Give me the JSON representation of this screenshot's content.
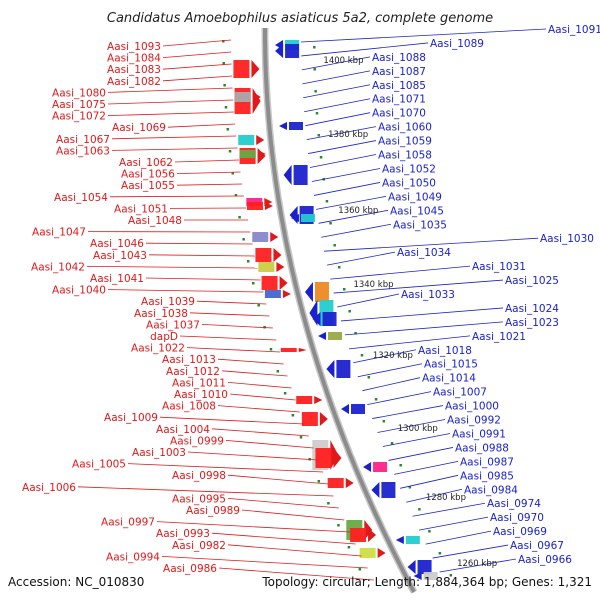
{
  "title": "Candidatus Amoebophilus asiaticus 5a2, complete genome",
  "accession": "Accession: NC_010830",
  "topology": "Topology: circular; Length: 1,884,364 bp; Genes: 1,321",
  "colors": {
    "forward": "#e0191b",
    "reverse": "#1b22cc",
    "backbone": "#8c8c8c"
  },
  "kbp_markers": [
    "1400 kbp",
    "1380 kbp",
    "1360 kbp",
    "1340 kbp",
    "1320 kbp",
    "1300 kbp",
    "1280 kbp",
    "1260 kbp"
  ],
  "left_labels": [
    "Aasi_1093",
    "Aasi_1084",
    "Aasi_1083",
    "Aasi_1082",
    "Aasi_1080",
    "Aasi_1075",
    "Aasi_1072",
    "Aasi_1069",
    "Aasi_1067",
    "Aasi_1063",
    "Aasi_1062",
    "Aasi_1056",
    "Aasi_1055",
    "Aasi_1054",
    "Aasi_1051",
    "Aasi_1048",
    "Aasi_1047",
    "Aasi_1046",
    "Aasi_1043",
    "Aasi_1042",
    "Aasi_1041",
    "Aasi_1040",
    "Aasi_1039",
    "Aasi_1038",
    "Aasi_1037",
    "dapD",
    "Aasi_1022",
    "Aasi_1013",
    "Aasi_1012",
    "Aasi_1011",
    "Aasi_1010",
    "Aasi_1008",
    "Aasi_1009",
    "Aasi_1004",
    "Aasi_0999",
    "Aasi_1003",
    "Aasi_1005",
    "Aasi_0998",
    "Aasi_1006",
    "Aasi_0995",
    "Aasi_0989",
    "Aasi_0997",
    "Aasi_0993",
    "Aasi_0982",
    "Aasi_0994",
    "Aasi_0986"
  ],
  "right_labels": [
    "Aasi_1091",
    "Aasi_1089",
    "Aasi_1088",
    "Aasi_1087",
    "Aasi_1085",
    "Aasi_1071",
    "Aasi_1070",
    "Aasi_1060",
    "Aasi_1059",
    "Aasi_1058",
    "Aasi_1052",
    "Aasi_1050",
    "Aasi_1049",
    "Aasi_1045",
    "Aasi_1035",
    "Aasi_1030",
    "Aasi_1034",
    "Aasi_1031",
    "Aasi_1025",
    "Aasi_1033",
    "Aasi_1024",
    "Aasi_1023",
    "Aasi_1021",
    "Aasi_1018",
    "Aasi_1015",
    "Aasi_1014",
    "Aasi_1007",
    "Aasi_1000",
    "Aasi_0992",
    "Aasi_0991",
    "Aasi_0988",
    "Aasi_0987",
    "Aasi_0985",
    "Aasi_0984",
    "Aasi_0974",
    "Aasi_0970",
    "Aasi_0969",
    "Aasi_0967",
    "Aasi_0966"
  ]
}
